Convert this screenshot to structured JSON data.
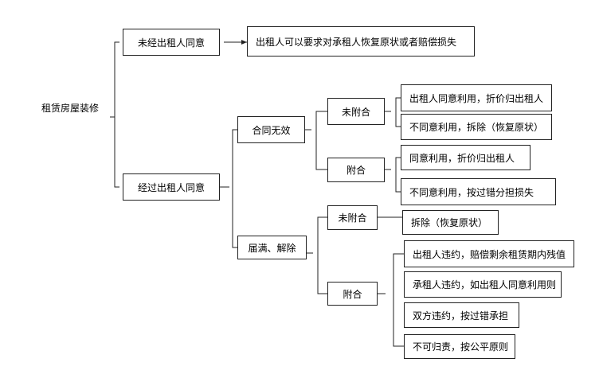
{
  "root": "租赁房屋装修",
  "branch_a": "未经出租人同意",
  "branch_a_result": "出租人可以要求对承租人恢复原状或者赔偿损失",
  "branch_b": "经过出租人同意",
  "invalid": "合同无效",
  "invalid_unattached": "未附合",
  "invalid_unattached_r1": "出租人同意利用，折价归出租人",
  "invalid_unattached_r2": "不同意利用，拆除（恢复原状）",
  "invalid_attached": "附合",
  "invalid_attached_r1": "同意利用，折价归出租人",
  "invalid_attached_r2": "不同意利用，按过错分担损失",
  "expire": "届满、解除",
  "expire_unattached": "未附合",
  "expire_unattached_r1": "拆除（恢复原状）",
  "expire_attached": "附合",
  "expire_attached_r1": "出租人违约，赔偿剩余租赁期内残值",
  "expire_attached_r2": "承租人违约，如出租人同意利用则",
  "expire_attached_r3": "双方违约，按过错承担",
  "expire_attached_r4": "不可归责，按公平原则"
}
